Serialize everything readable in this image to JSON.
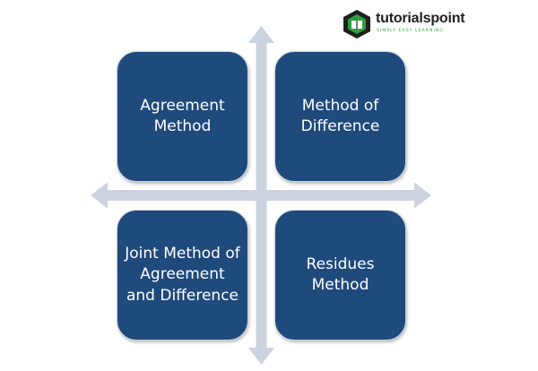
{
  "logo": {
    "name": "tutorialspoint",
    "tagline": "SIMPLY EASY LEARNING"
  },
  "colors": {
    "box_fill": "#1f4a7c",
    "arrow": "#ccd3df",
    "logo_green": "#2e9e3f"
  },
  "quadrants": [
    {
      "label": "Agreement Method"
    },
    {
      "label": "Method of Difference"
    },
    {
      "label": "Joint Method of Agreement and Difference"
    },
    {
      "label": "Residues Method"
    }
  ]
}
